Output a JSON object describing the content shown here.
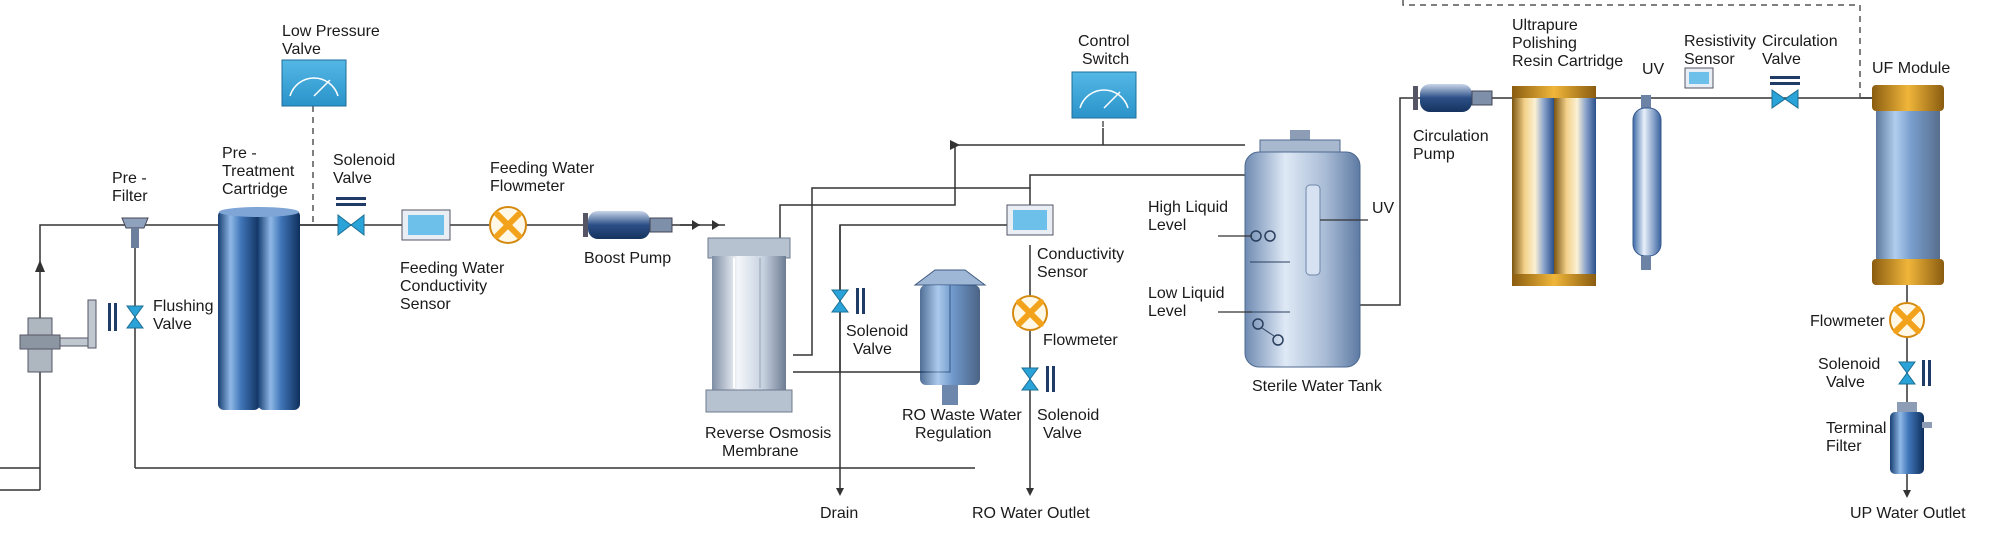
{
  "labels": {
    "pre_filter": [
      "Pre -",
      "Filter"
    ],
    "flushing_valve": [
      "Flushing",
      "Valve"
    ],
    "pre_treatment": [
      "Pre -",
      "Treatment",
      "Cartridge"
    ],
    "low_pressure": [
      "Low Pressure",
      "Valve"
    ],
    "solenoid_1": [
      "Solenoid",
      "Valve"
    ],
    "feeding_flowmeter": [
      "Feeding Water",
      "Flowmeter"
    ],
    "feeding_conductivity": [
      "Feeding Water",
      "Conductivity",
      "Sensor"
    ],
    "boost_pump": "Boost Pump",
    "ro_membrane": [
      "Reverse Osmosis",
      "Membrane"
    ],
    "solenoid_2": [
      "Solenoid",
      "Valve"
    ],
    "ro_waste": [
      "RO Waste Water",
      "Regulation"
    ],
    "conductivity": [
      "Conductivity",
      "Sensor"
    ],
    "flowmeter_mid": "Flowmeter",
    "solenoid_3": [
      "Solenoid",
      "Valve"
    ],
    "control_switch": [
      "Control",
      "Switch"
    ],
    "high_level": [
      "High Liquid",
      "Level"
    ],
    "low_level": [
      "Low Liquid",
      "Level"
    ],
    "uv_tank": "UV",
    "sterile_tank": "Sterile Water Tank",
    "circulation_pump": [
      "Circulation",
      "Pump"
    ],
    "ultrapure": [
      "Ultrapure",
      "Polishing",
      "Resin Cartridge"
    ],
    "uv": "UV",
    "resistivity": [
      "Resistivity",
      "Sensor"
    ],
    "circulation_valve": [
      "Circulation",
      "Valve"
    ],
    "uf_module": "UF Module",
    "flowmeter_right": "Flowmeter",
    "solenoid_4": [
      "Solenoid",
      "Valve"
    ],
    "terminal_filter": [
      "Terminal",
      "Filter"
    ],
    "drain": "Drain",
    "ro_outlet": "RO Water Outlet",
    "up_outlet": "UP  Water Outlet"
  },
  "colors": {
    "blue_dark": "#1f4f8c",
    "blue_mid": "#4f86c6",
    "blue_light": "#bcd6f0",
    "valve_blue": "#2aa3d8",
    "flow_orange": "#f2a31b",
    "gauge_blue": "#3aa9dc",
    "gold": "#d9a23a"
  }
}
